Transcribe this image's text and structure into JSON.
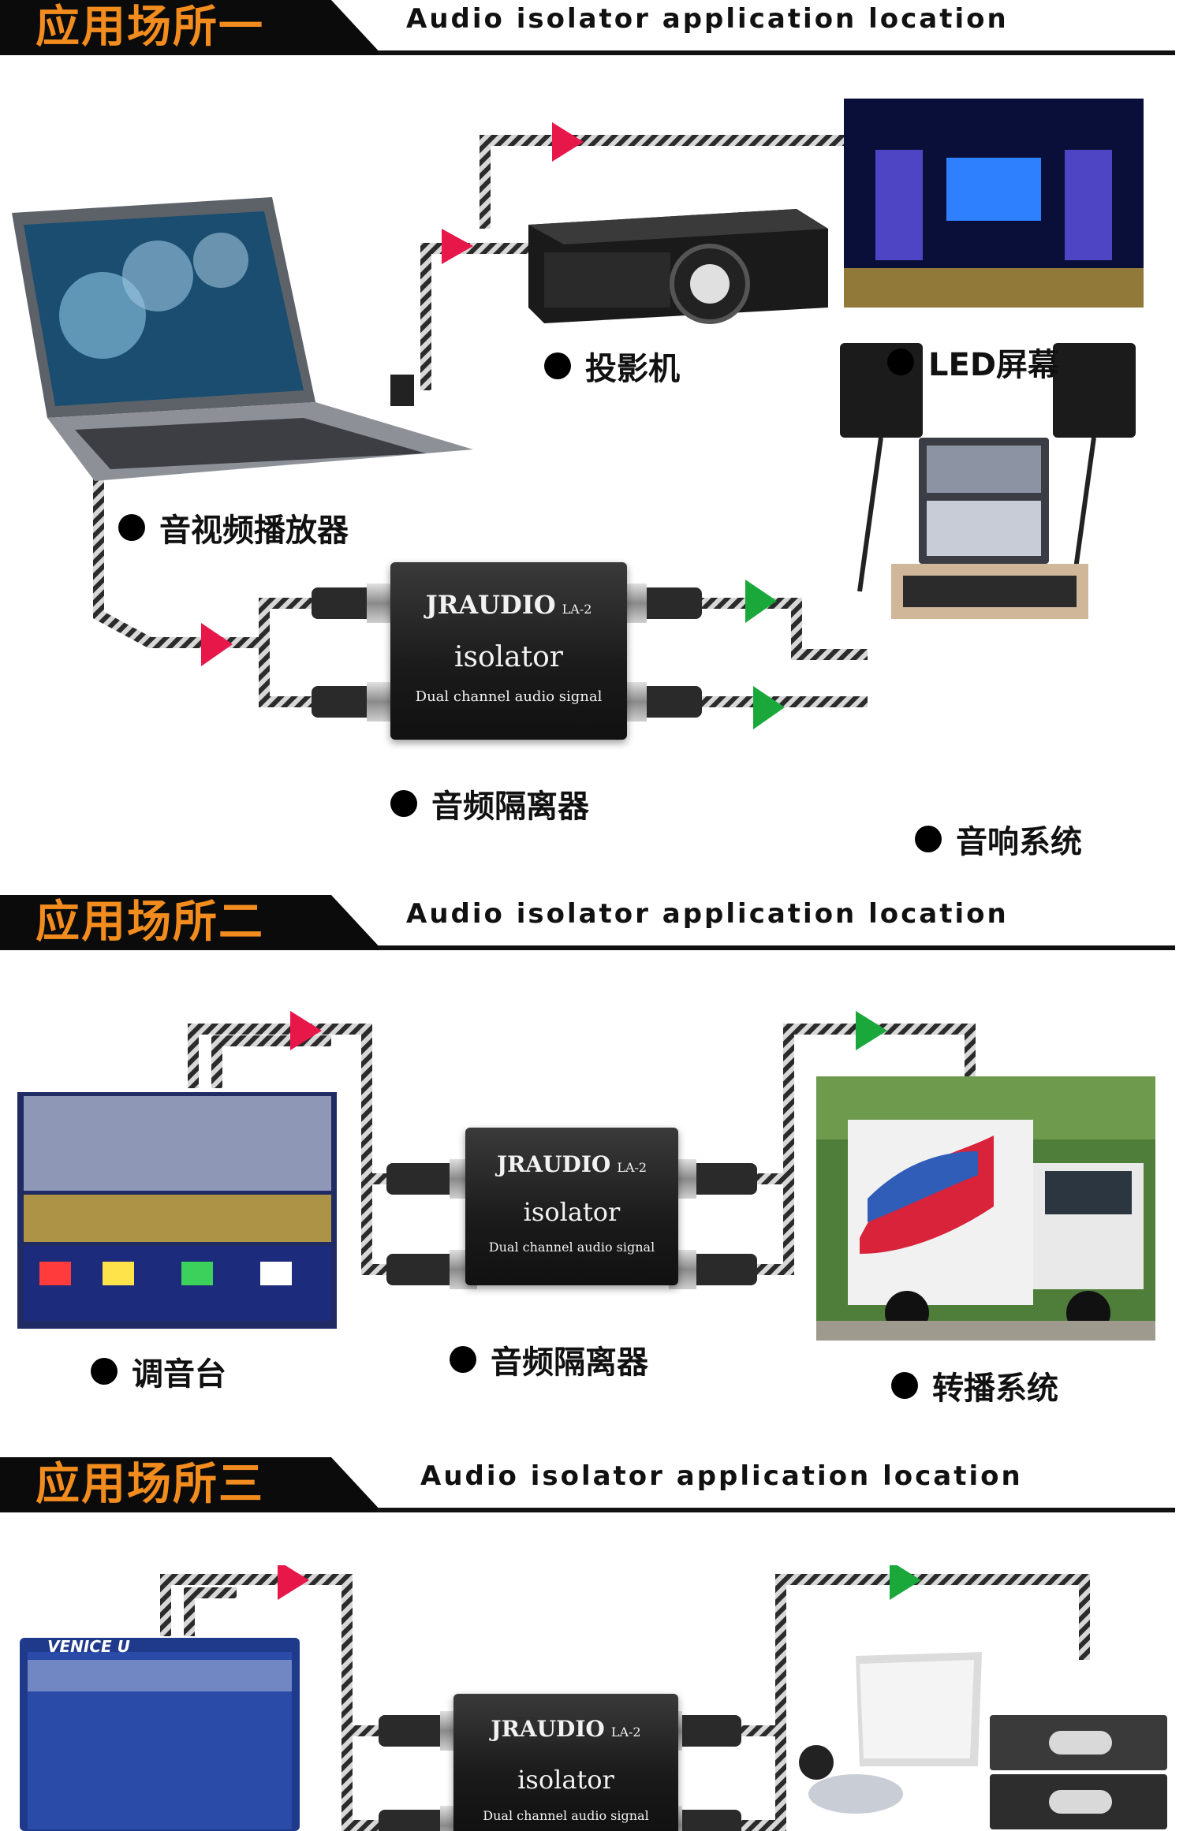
{
  "header_subtitle": "Audio isolator application location",
  "sections": [
    {
      "title": "应用场所一"
    },
    {
      "title": "应用场所二"
    },
    {
      "title": "应用场所三"
    }
  ],
  "device": {
    "brand": "JRAUDIO",
    "model": "LA-2",
    "name": "isolator",
    "desc": "Dual channel audio signal"
  },
  "section1_labels": {
    "projector": "投影机",
    "led": "LED屏幕",
    "player": "音视频播放器",
    "isolator": "音频隔离器",
    "sound": "音响系统"
  },
  "section2_labels": {
    "console": "调音台",
    "isolator": "音频隔离器",
    "broadcast": "转播系统"
  },
  "section3_labels": {
    "console_brand": "VENICE U"
  },
  "colors": {
    "title_orange": "#f28c1e",
    "arrow_red": "#e8174a",
    "arrow_green": "#1aa83a"
  }
}
